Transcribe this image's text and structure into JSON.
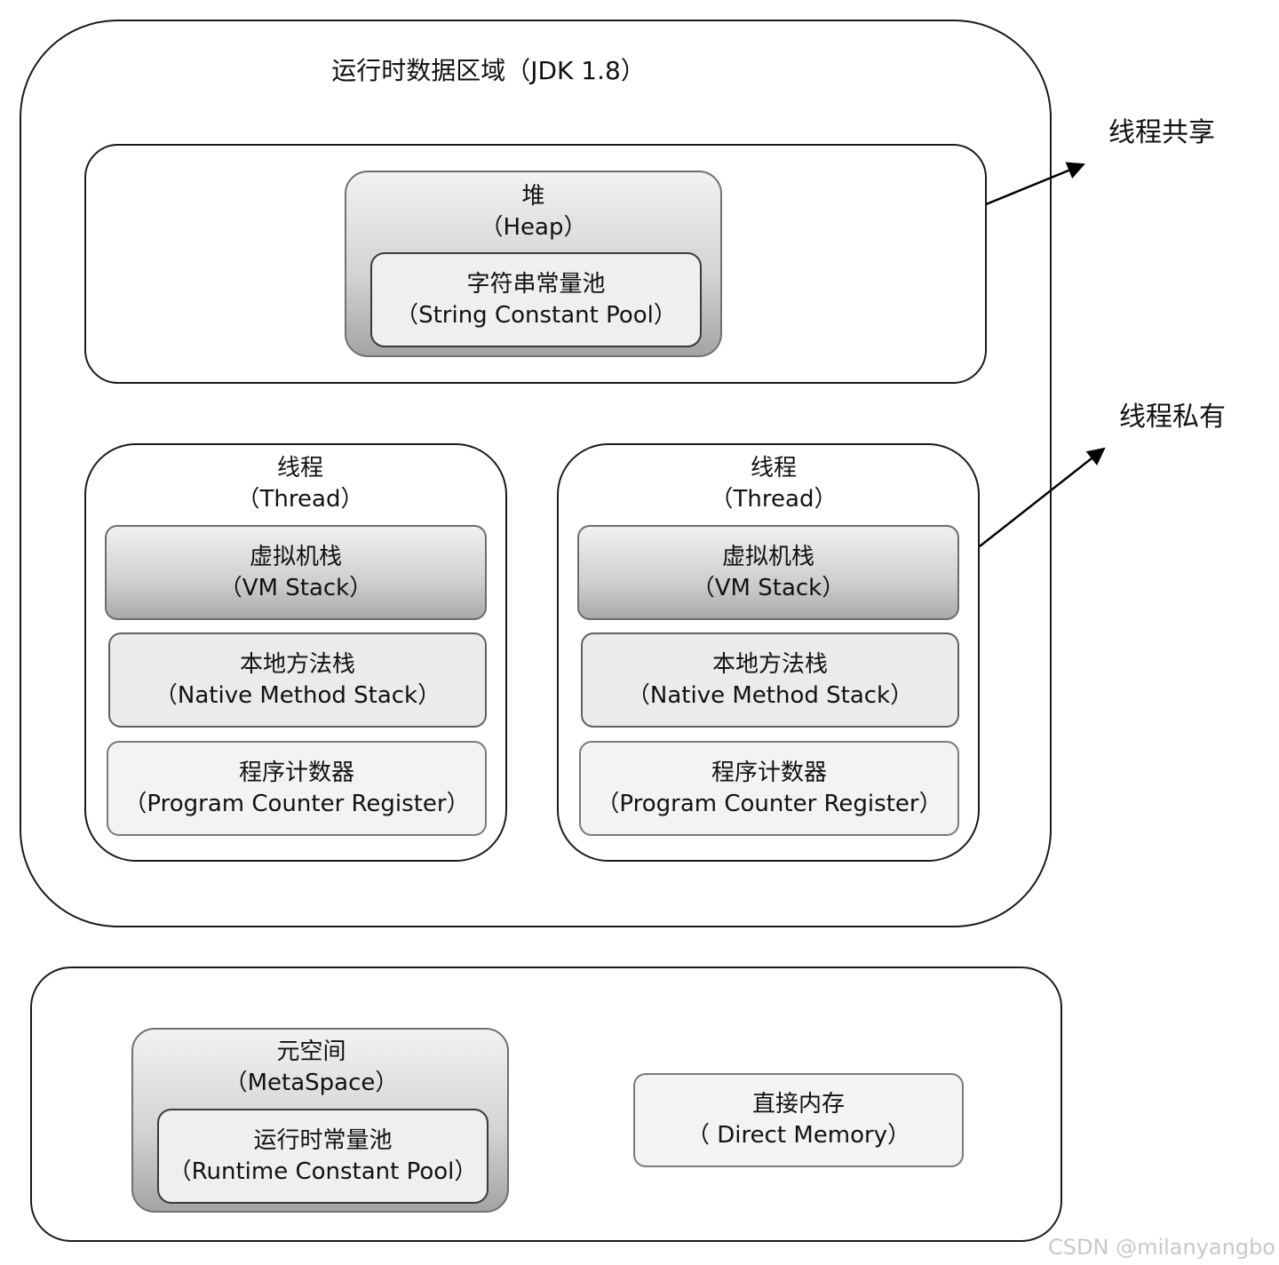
{
  "runtime_area": {
    "title": "运行时数据区域（JDK 1.8）"
  },
  "heap": {
    "label_cn": "堆",
    "label_en": "（Heap）",
    "string_pool": {
      "label_cn": "字符串常量池",
      "label_en": "（String Constant Pool）"
    }
  },
  "threads": [
    {
      "label_cn": "线程",
      "label_en": "（Thread）",
      "vm_stack": {
        "label_cn": "虚拟机栈",
        "label_en": "（VM Stack）"
      },
      "native_stack": {
        "label_cn": "本地方法栈",
        "label_en": "（Native Method Stack）"
      },
      "pc_register": {
        "label_cn": "程序计数器",
        "label_en": "（Program Counter Register）"
      }
    },
    {
      "label_cn": "线程",
      "label_en": "（Thread）",
      "vm_stack": {
        "label_cn": "虚拟机栈",
        "label_en": "（VM Stack）"
      },
      "native_stack": {
        "label_cn": "本地方法栈",
        "label_en": "（Native Method Stack）"
      },
      "pc_register": {
        "label_cn": "程序计数器",
        "label_en": "（Program Counter Register）"
      }
    }
  ],
  "annotations": {
    "shared": "线程共享",
    "private": "线程私有"
  },
  "metaspace": {
    "label_cn": "元空间",
    "label_en": "（MetaSpace）",
    "runtime_pool": {
      "label_cn": "运行时常量池",
      "label_en": "（Runtime Constant Pool）"
    }
  },
  "direct_memory": {
    "label_cn": "直接内存",
    "label_en": "（ Direct Memory）"
  },
  "watermark": "CSDN @milanyangbo"
}
